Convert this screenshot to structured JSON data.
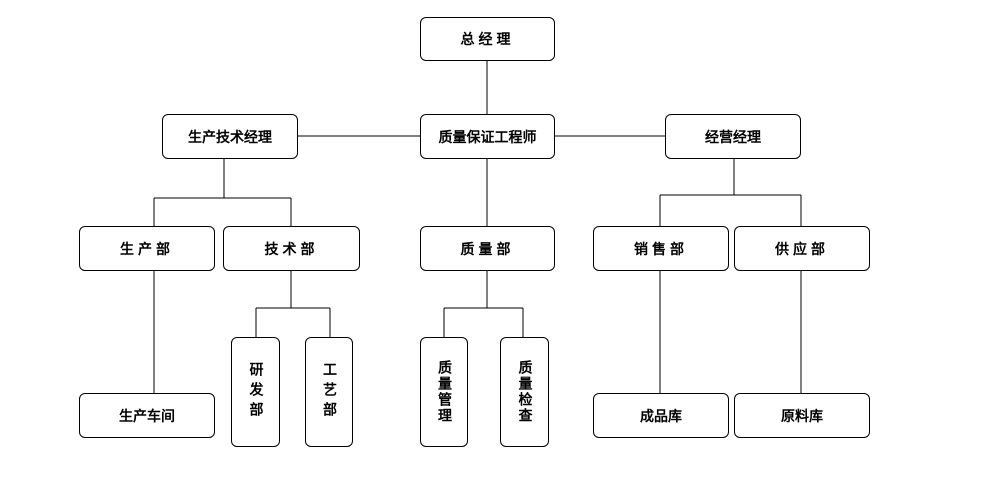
{
  "chart": {
    "root": "总经理",
    "left_manager": "生产技术经理",
    "center_manager": "质量保证工程师",
    "right_manager": "经营经理",
    "dept_production": "生产部",
    "dept_tech": "技术部",
    "dept_quality": "质量部",
    "dept_sales": "销售部",
    "dept_supply": "供应部",
    "unit_workshop": "生产车间",
    "unit_rnd": "研发部",
    "unit_process": "工艺部",
    "unit_qmgmt": "质量管理",
    "unit_qinspect": "质量检查",
    "unit_finished": "成品库",
    "unit_raw": "原料库"
  }
}
